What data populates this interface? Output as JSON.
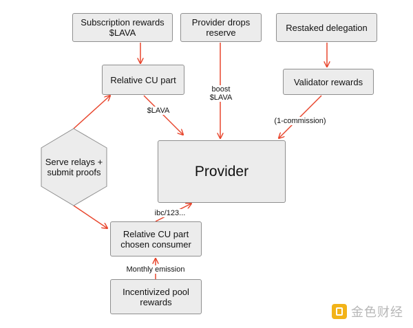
{
  "nodes": {
    "subscription_rewards": [
      "Subscription rewards",
      "$LAVA"
    ],
    "provider_drops_reserve": [
      "Provider drops",
      "reserve"
    ],
    "restaked_delegation": [
      "Restaked delegation"
    ],
    "relative_cu_part": [
      "Relative CU part"
    ],
    "validator_rewards": [
      "Validator rewards"
    ],
    "serve_relays": [
      "Serve relays +",
      "submit proofs"
    ],
    "provider": [
      "Provider"
    ],
    "relative_cu_chosen": [
      "Relative CU part",
      "chosen consumer"
    ],
    "incentivized_pool": [
      "Incentivized pool",
      "rewards"
    ]
  },
  "edge_labels": {
    "lava": "$LAVA",
    "boost": [
      "boost",
      "$LAVA"
    ],
    "commission": "(1-commission)",
    "ibc": "ibc/123...",
    "monthly_emission": "Monthly emission"
  },
  "colors": {
    "arrow": "#e8452c",
    "box_fill": "#ececec",
    "box_border": "#8e8e8e"
  },
  "watermark": {
    "icon": "jinse-logo-icon",
    "text": "金色财经"
  }
}
